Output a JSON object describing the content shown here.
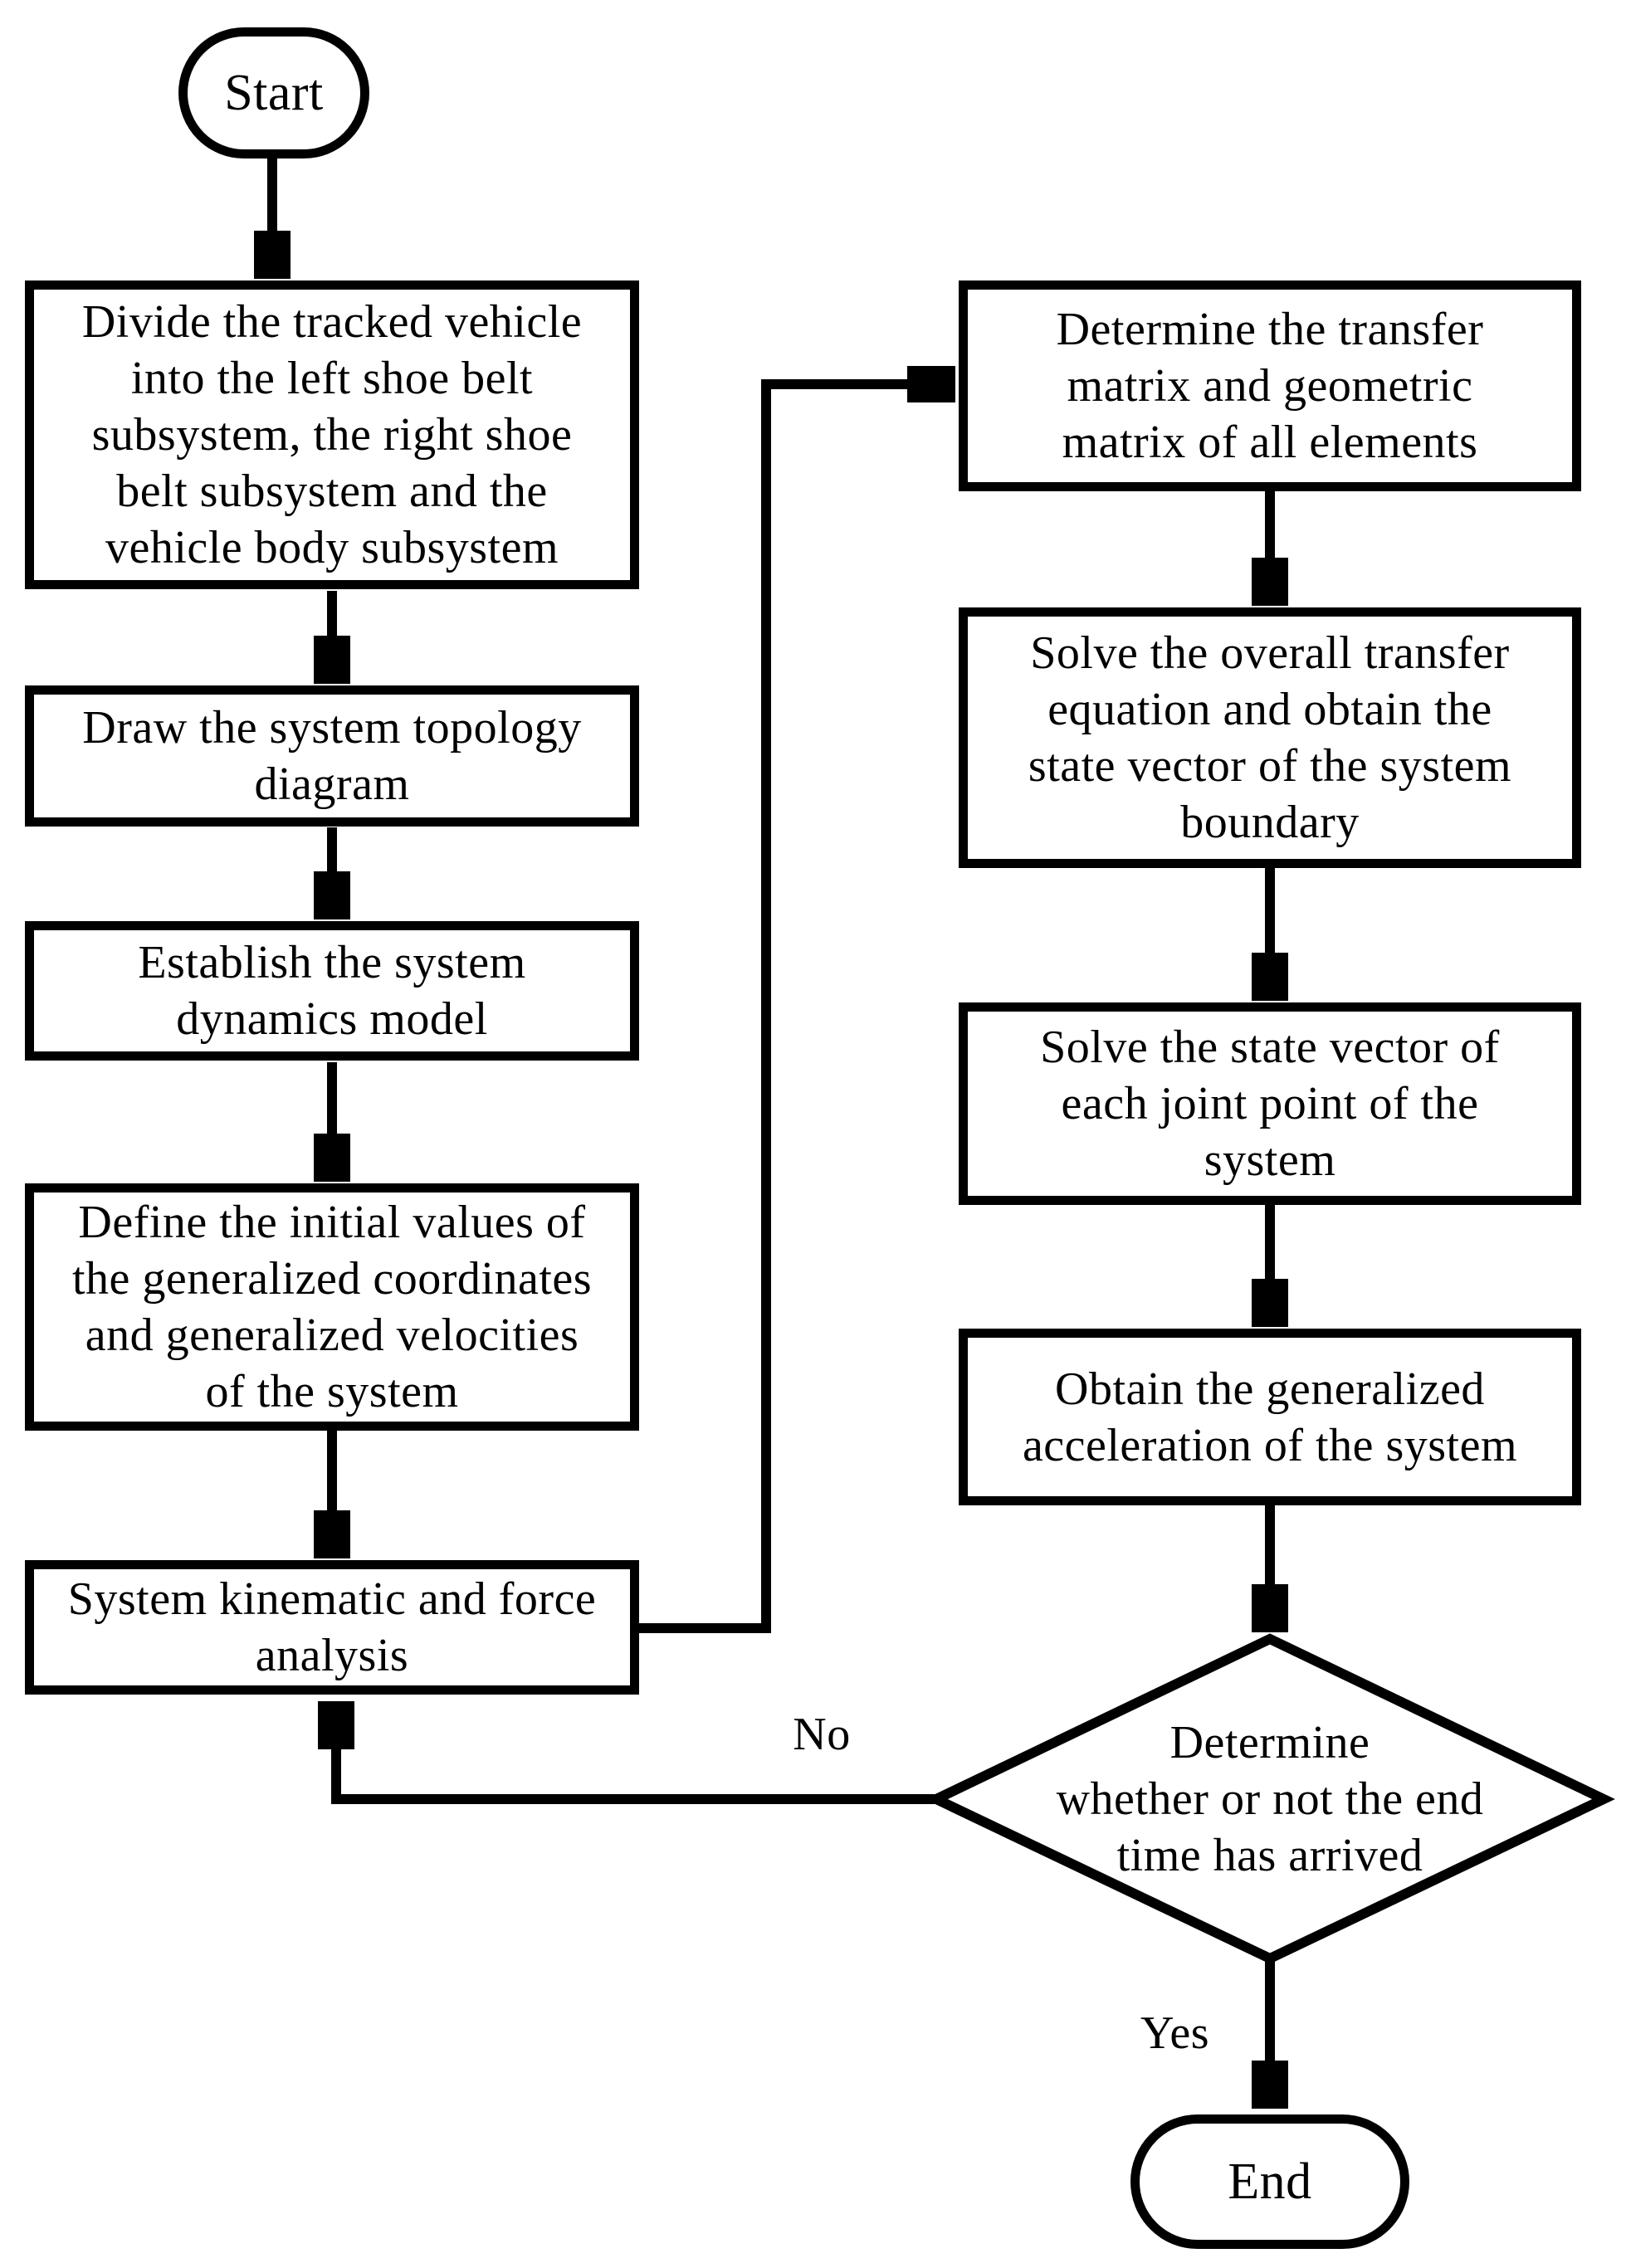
{
  "flowchart": {
    "nodes": {
      "start": {
        "type": "terminator",
        "label": "Start"
      },
      "divide": {
        "type": "process",
        "label": "Divide the tracked vehicle\ninto the left shoe belt\nsubsystem, the right shoe\nbelt subsystem and the\nvehicle body subsystem"
      },
      "topology": {
        "type": "process",
        "label": "Draw the system topology\ndiagram"
      },
      "dynamics": {
        "type": "process",
        "label": "Establish the system\ndynamics model"
      },
      "initial": {
        "type": "process",
        "label": "Define the initial values of\nthe generalized coordinates\nand generalized velocities\nof the system"
      },
      "kinematic": {
        "type": "process",
        "label": "System kinematic and force\nanalysis"
      },
      "transfer": {
        "type": "process",
        "label": "Determine the transfer\nmatrix and geometric\nmatrix of all elements"
      },
      "solve_overall": {
        "type": "process",
        "label": "Solve the overall transfer\nequation and obtain the\nstate vector of the system\nboundary"
      },
      "state_vector": {
        "type": "process",
        "label": "Solve the state vector of\neach joint point of the\nsystem"
      },
      "acceleration": {
        "type": "process",
        "label": "Obtain the generalized\nacceleration of the system"
      },
      "decision": {
        "type": "decision",
        "label": "Determine\nwhether or not the end\ntime has arrived"
      },
      "end": {
        "type": "terminator",
        "label": "End"
      }
    },
    "edge_labels": {
      "no": "No",
      "yes": "Yes"
    },
    "colors": {
      "stroke": "#000000",
      "fill": "#ffffff"
    }
  }
}
